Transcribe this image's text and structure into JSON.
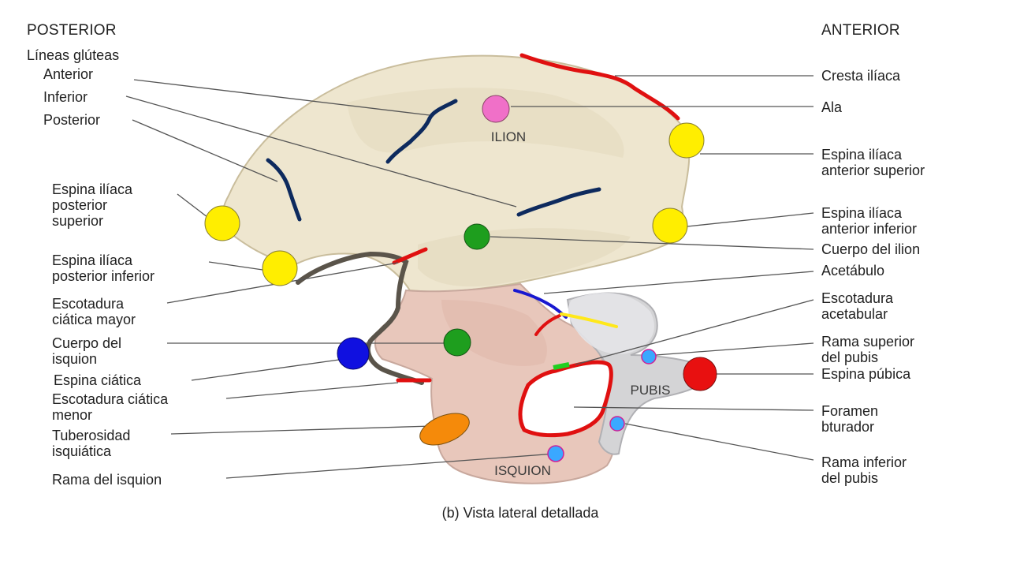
{
  "orientation": {
    "left": "POSTERIOR",
    "right": "ANTERIOR"
  },
  "group_heading": "Líneas glúteas",
  "labels_left": [
    "Anterior",
    "Inferior",
    "Posterior",
    "Espina ilíaca\nposterior\nsuperior",
    "Espina ilíaca\nposterior inferior",
    "Escotadura\nciática mayor",
    "Cuerpo del\nisquion",
    "Espina ciática",
    "Escotadura ciática\nmenor",
    "Tuberosidad\nisquiática",
    "Rama del isquion"
  ],
  "labels_right": [
    "Cresta ilíaca",
    "Ala",
    "Espina ilíaca\nanterior superior",
    "Espina ilíaca\nanterior inferior",
    "Cuerpo del ilion",
    "Acetábulo",
    "Escotadura\nacetabular",
    "Rama superior\ndel pubis",
    "Espina púbica",
    "Foramen\nbturador",
    "Rama inferior\ndel pubis"
  ],
  "regions": {
    "ilion": "ILION",
    "pubis": "PUBIS",
    "isquion": "ISQUION"
  },
  "caption": "(b) Vista lateral detallada",
  "colors": {
    "ilium_bone": "#eee6cf",
    "ischium_bone": "#e8c7bb",
    "pubis_bone": "#d4d4d6",
    "leader_line": "#555555",
    "gluteal_lines": "#0d2a5e",
    "iliac_crest": "#e01010",
    "spine_markers": "#ffee00",
    "body_markers": "#1e9e1e",
    "ala_marker": "#f070c8",
    "ischial_spine_marker": "#1010e0",
    "pubic_spine_marker": "#e81010",
    "tuberosity_marker": "#f58a0a",
    "ramus_markers": "#3aa8ff",
    "foramen_outline": "#e01010",
    "acetabular_notch": "#20d020",
    "acetabulum_lines": [
      "#1818d0",
      "#e01010",
      "#ffe81a"
    ]
  }
}
